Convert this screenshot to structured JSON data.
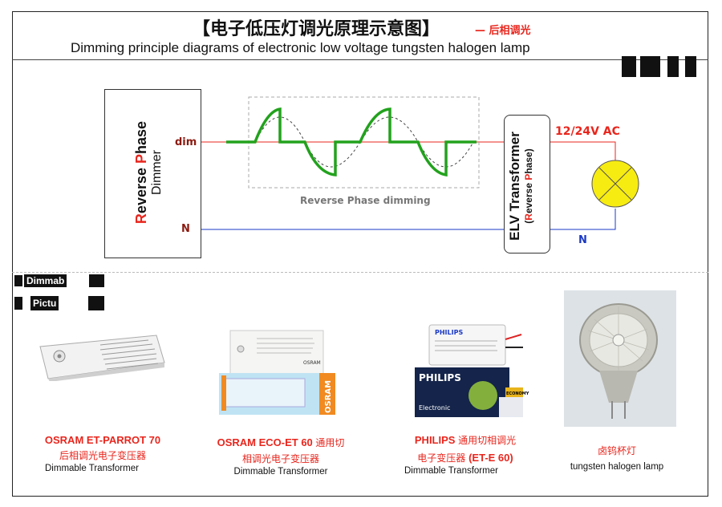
{
  "header": {
    "title_cn": "【电子低压灯调光原理示意图】",
    "title_suffix": "— 后相调光",
    "title_en": "Dimming principle diagrams of electronic low voltage tungsten halogen lamp"
  },
  "diagram": {
    "dimmer": {
      "line1_a": "Reverse ",
      "line1_p": "P",
      "line1_b": "hase",
      "line2": "Dimmer"
    },
    "transformer": {
      "line1": "ELV Transformer",
      "line2_open": "(",
      "line2_r": "R",
      "line2_mid": "everse ",
      "line2_p": "P",
      "line2_end": "hase)"
    },
    "labels": {
      "dim": "dim",
      "neutral_left": "N",
      "neutral_right": "N",
      "ac": "12/24V AC",
      "waveform": "Reverse Phase dimming"
    },
    "colors": {
      "wave": "#22a21d",
      "dim_line": "#e8261d",
      "neutral_line": "#1a39c7",
      "lamp_fill": "#f7ec12"
    }
  },
  "glitch_labels": [
    "Dimmab",
    "Pictu"
  ],
  "products": [
    {
      "title": "OSRAM ET-PARROT 70",
      "subtitle": "后相调光电子变压器",
      "caption": "Dimmable Transformer"
    },
    {
      "title_a": "OSRAM  ECO-ET 60 ",
      "title_b": "通用切",
      "subtitle": "相调光电子变压器",
      "caption": "Dimmable Transformer"
    },
    {
      "title_a": "PHILIPS ",
      "title_b": "通用切相调光",
      "subtitle_a": "电子变压器 ",
      "subtitle_b": "(ET-E 60)",
      "caption": "Dimmable Transformer"
    },
    {
      "subtitle": "卤钨杯灯",
      "caption": "tungsten halogen lamp"
    }
  ],
  "photo_text": {
    "osram_brand": "OSRAM",
    "philips_brand": "PHILIPS",
    "philips_box_label": "Electronic",
    "economy": "ECONOMY"
  }
}
